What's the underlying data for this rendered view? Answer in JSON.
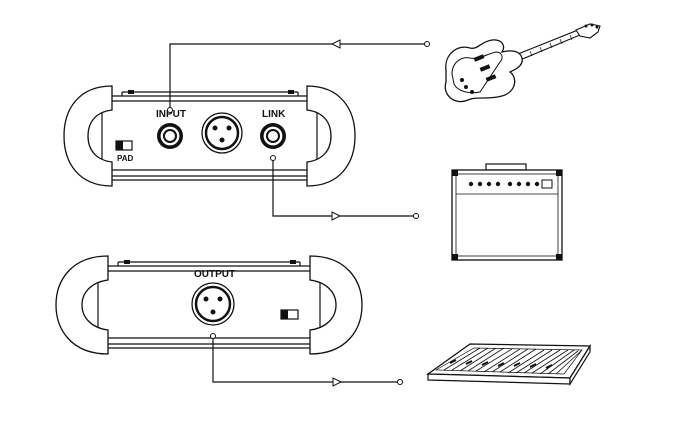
{
  "top_unit": {
    "input_label": "INPUT",
    "link_label": "LINK",
    "pad_label": "PAD"
  },
  "bottom_unit": {
    "output_label": "OUTPUT"
  },
  "devices": {
    "source": "guitar-icon",
    "monitor": "amplifier-icon",
    "destination": "mixing-console-icon"
  }
}
